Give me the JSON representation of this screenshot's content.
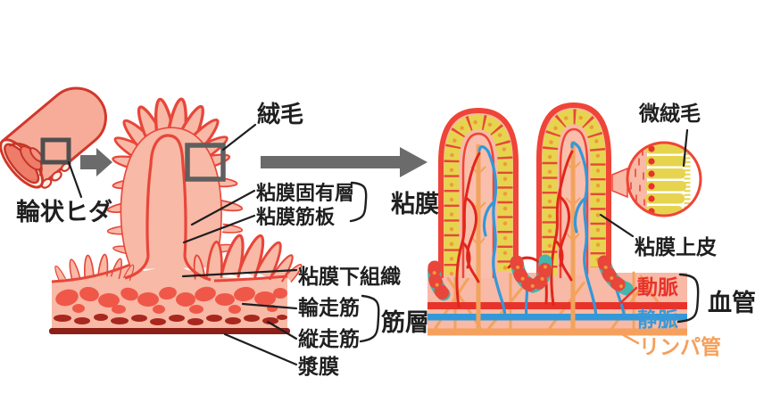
{
  "figure_labels": {
    "circular_fold": "輪状ヒダ",
    "villus": "絨毛",
    "lamina_propria": "粘膜固有層",
    "muscularis_mucosae": "粘膜筋板",
    "mucosa": "粘膜",
    "submucosa": "粘膜下組織",
    "circular_muscle": "輪走筋",
    "longitudinal_muscle": "縦走筋",
    "muscle_layer": "筋層",
    "serosa": "漿膜",
    "microvilli": "微絨毛",
    "mucosal_epithelium": "粘膜上皮",
    "artery": "動脈",
    "vein": "静脈",
    "blood_vessel": "血管",
    "lymph_vessel": "リンパ管"
  },
  "colors": {
    "tissue_salmon": "#f8b9a6",
    "outline_red": "#e8463a",
    "vessel_red": "#e8332a",
    "muscle_red": "#ef5849",
    "muscle_dark": "#a8271f",
    "serosa_dark": "#8c1f18",
    "epithelium_yellow": "#e6d44f",
    "cell_dot_orange": "#f09a3d",
    "crypt_teal": "#45b5af",
    "vein_blue": "#3398d8",
    "lymph_orange": "#f5a05c",
    "arrow_gray": "#6b6b6b",
    "text_black": "#1f1f1f"
  }
}
